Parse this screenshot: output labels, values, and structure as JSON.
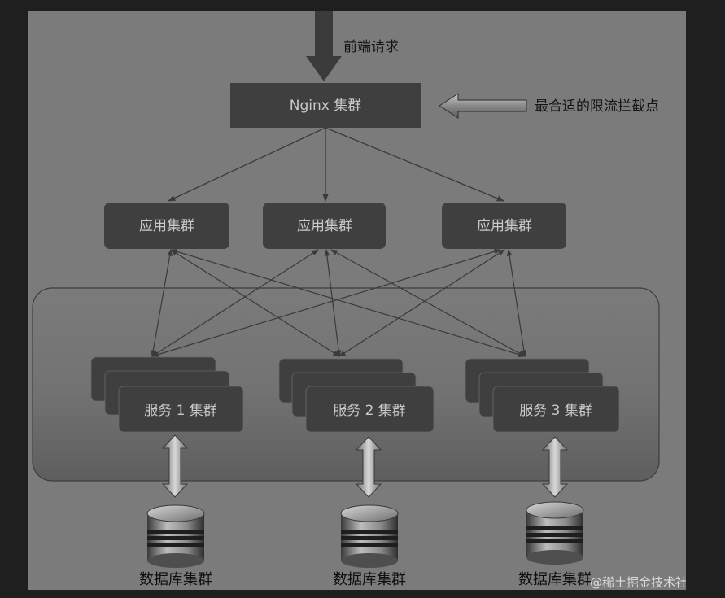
{
  "labels": {
    "front_request": "前端请求",
    "best_point": "最合适的限流拦截点"
  },
  "nginx": {
    "label": "Nginx 集群"
  },
  "app_clusters": [
    "应用集群",
    "应用集群",
    "应用集群"
  ],
  "service_clusters": [
    "服务 1 集群",
    "服务 2 集群",
    "服务 3 集群"
  ],
  "databases": [
    "数据库集群",
    "数据库集群",
    "数据库集群"
  ],
  "watermark": "@稀土掘金技术社区",
  "colors": {
    "frame": "#1f1f20",
    "canvas": "#7b7b7b",
    "box": "#3f3f3f",
    "box_text": "#c9c9c9",
    "arrow": "#3a3a3a"
  }
}
